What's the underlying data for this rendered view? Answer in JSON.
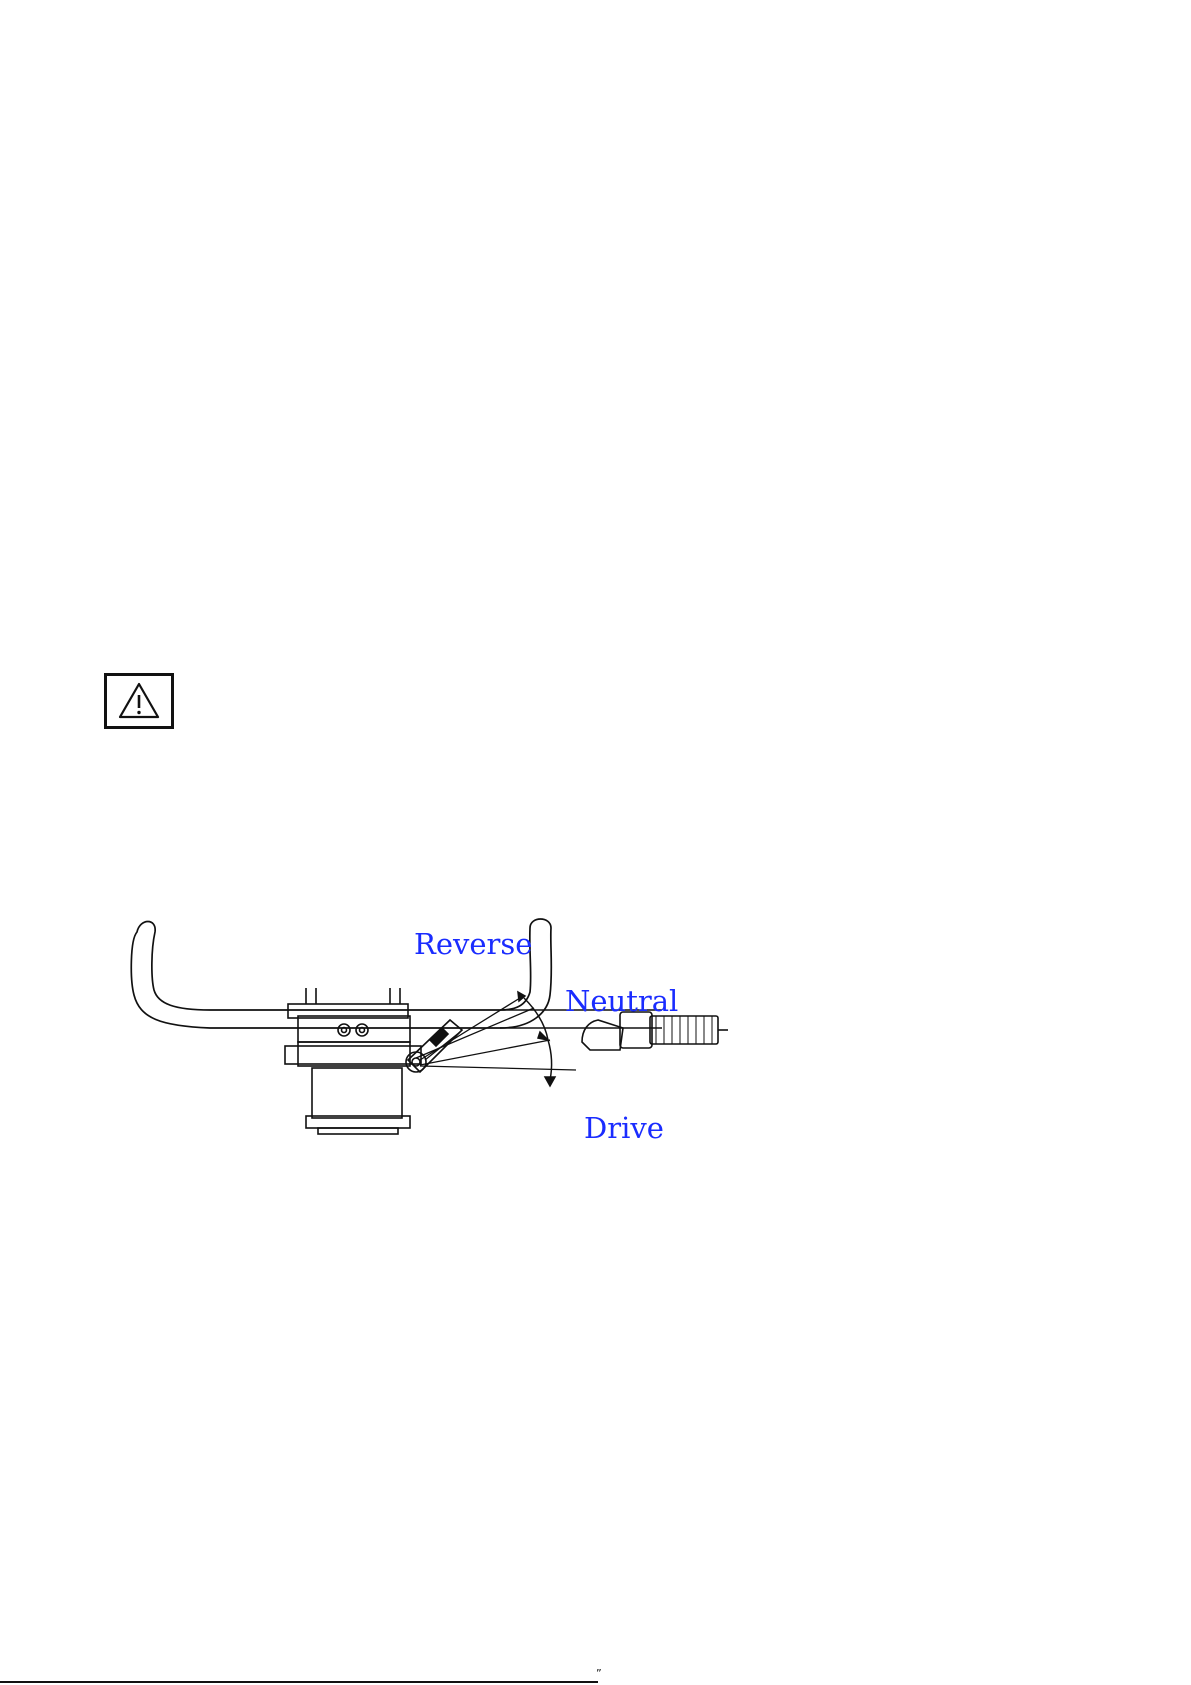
{
  "diagram": {
    "labels": {
      "reverse": "Reverse",
      "neutral": "Neutral",
      "drive": "Drive"
    },
    "label_color": "#1a2cff",
    "line_color": "#111111"
  },
  "warning": {
    "icon": "warning-triangle-icon"
  },
  "footer": {
    "mark": "”"
  }
}
